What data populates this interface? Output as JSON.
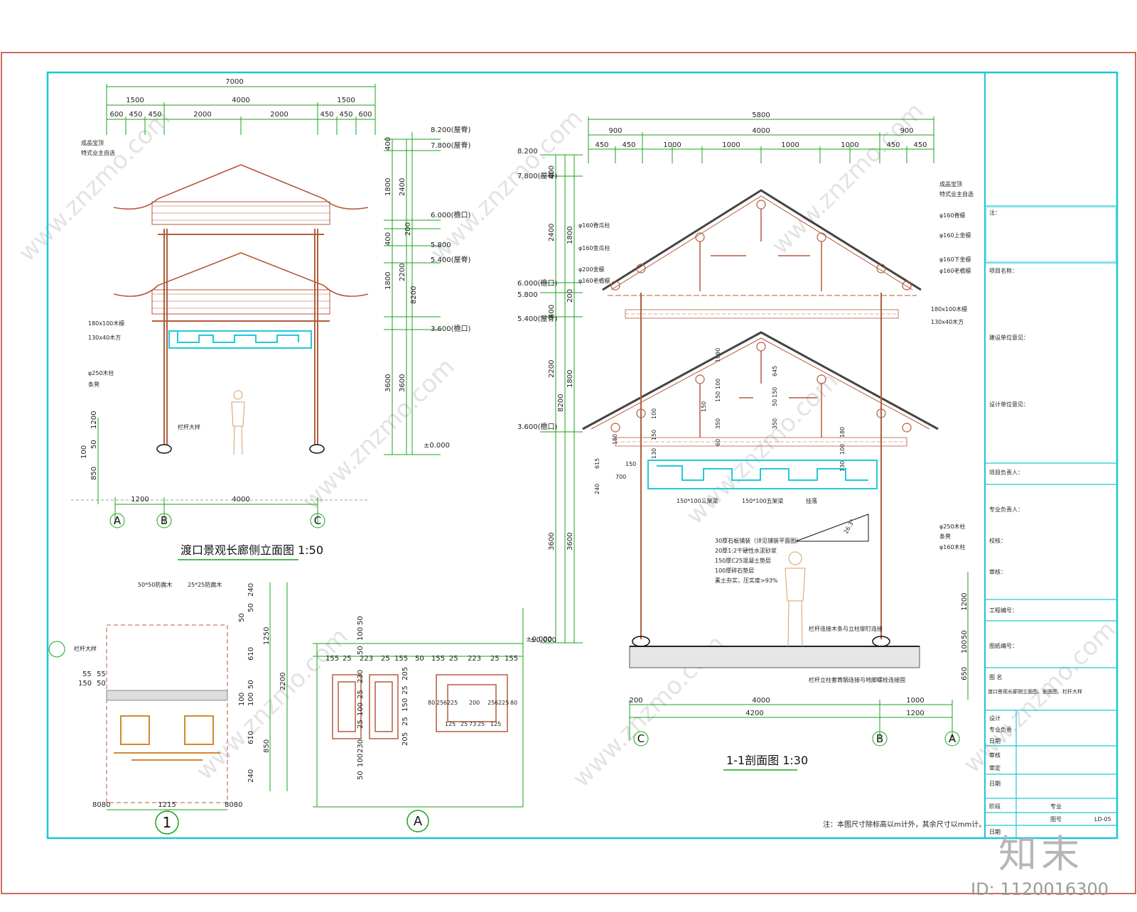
{
  "footer": {
    "id_label": "ID: 1120016300",
    "logo_text": "知末"
  },
  "watermark": "www.znzmo.com",
  "left_elevation": {
    "title": "渡口景观长廊侧立面图 1:50",
    "top_dims": [
      "7000",
      "1500",
      "4000",
      "1500",
      "600",
      "450",
      "450",
      "2000",
      "2000",
      "450",
      "450",
      "600"
    ],
    "levels": [
      "8.200(屋脊)",
      "7.800(屋脊)",
      "6.000(檐口)",
      "5.800",
      "5.400(屋脊)",
      "3.600(檐口)",
      "±0.000"
    ],
    "vert_dims": [
      "400",
      "1800",
      "2400",
      "200",
      "400",
      "2200",
      "1800",
      "8200",
      "3600",
      "3600"
    ],
    "left_dims": [
      "1200",
      "50",
      "100",
      "850"
    ],
    "bottom_dims": [
      "1200",
      "4000"
    ],
    "notes": [
      "成品宝顶",
      "特式业主自选",
      "180x100木檩",
      "130x40木方",
      "φ250木柱",
      "条凳",
      "栏杆大样"
    ],
    "grids": [
      "A",
      "B",
      "C"
    ]
  },
  "section": {
    "title": "1-1剖面图 1:30",
    "top_dims": [
      "5800",
      "900",
      "4000",
      "900",
      "450",
      "450",
      "1000",
      "1000",
      "1000",
      "1000",
      "450",
      "450"
    ],
    "levels": [
      "8.200",
      "7.800(屋脊)",
      "6.000(檐口)",
      "5.800",
      "5.400(屋脊)",
      "3.600(檐口)",
      "±0.000"
    ],
    "vert_dims": [
      "400",
      "2400",
      "1800",
      "200",
      "400",
      "2200",
      "1800",
      "8200",
      "3600",
      "3600"
    ],
    "inner_dims": [
      "1090",
      "645",
      "100",
      "150",
      "150",
      "350",
      "60",
      "150",
      "350",
      "50",
      "100",
      "150",
      "180",
      "130",
      "180",
      "130",
      "100",
      "615",
      "240",
      "150",
      "700"
    ],
    "right_dims": [
      "1200",
      "50",
      "100",
      "650"
    ],
    "bottom_dims": [
      "200",
      "4000",
      "1000",
      "4200",
      "1200"
    ],
    "angle": "26.3°",
    "notes_right": [
      "成品宝顶",
      "特式业主自选",
      "φ160脊檩",
      "φ160上金檩",
      "φ160下金檩",
      "φ160老檐檩",
      "180x100木檩",
      "130x40木方",
      "φ250木柱",
      "条凳",
      "φ160木柱"
    ],
    "notes_left": [
      "φ160脊瓜柱",
      "φ160金瓜柱",
      "φ200金檩",
      "φ160老檐檩"
    ],
    "floor_layers": [
      "30厚石板铺装（详见铺装平面图）",
      "20厚1:2干硬性水泥砂浆",
      "150厚C25混凝土垫层",
      "100厚碎石垫层",
      "素土夯实，压实度>93%"
    ],
    "beam_labels": [
      "150*100三架梁",
      "150*100五架梁",
      "挂落"
    ],
    "misc": [
      "栏杆连接木条与立柱铆钉连接",
      "栏杆立柱套筒钢连接与地脚螺栓连接固"
    ],
    "grids": [
      "C",
      "B",
      "A"
    ]
  },
  "detail1": {
    "label": "1",
    "notes": [
      "50*50防腐木",
      "25*25防腐木",
      "栏杆大样"
    ],
    "dims": [
      "55",
      "55",
      "150",
      "50",
      "1215",
      "8080",
      "8080",
      "240",
      "50",
      "50",
      "1250",
      "610",
      "50",
      "100",
      "100",
      "610",
      "850",
      "2200",
      "240"
    ]
  },
  "detailA": {
    "label": "A",
    "top_dims": [
      "155",
      "25",
      "223",
      "25",
      "155",
      "50",
      "155",
      "25",
      "223",
      "25",
      "155"
    ],
    "left_dims": [
      "50",
      "100",
      "50",
      "230",
      "25",
      "100",
      "25",
      "230",
      "100",
      "50"
    ],
    "mid_dims": [
      "205",
      "25",
      "150",
      "25",
      "205"
    ],
    "inner": [
      "80",
      "25",
      "62",
      "25",
      "200",
      "25",
      "62",
      "25",
      "80",
      "125",
      "25",
      "73",
      "25",
      "125"
    ],
    "level": "±0.000"
  },
  "title_block": {
    "rows": [
      "注：",
      "项目名称：",
      "建设单位意见：",
      "设计单位意见：",
      "项目负责人：",
      "专业负责人：",
      "校核：",
      "审核：",
      "工程编号：",
      "图纸编号：",
      "图 名",
      "渡口景观长廊侧立面图、剖面图、栏杆大样",
      "设计",
      "专业负责",
      "日期",
      "审核",
      "审定",
      "日期"
    ],
    "footer_cells": [
      "阶段",
      "专业",
      "图号",
      "LD-05",
      "日期"
    ]
  },
  "bottom_note": "注：本图尺寸除标高以m计外，其余尺寸以mm计。",
  "colors": {
    "frame_red": "#c0392b",
    "frame_cyan": "#1fc6d6",
    "dim_green": "#1aa31a",
    "roof_red": "#b55a3c",
    "column": "#b0603e",
    "lattice": "#22c9d9",
    "yellow": "#d9c23a"
  }
}
